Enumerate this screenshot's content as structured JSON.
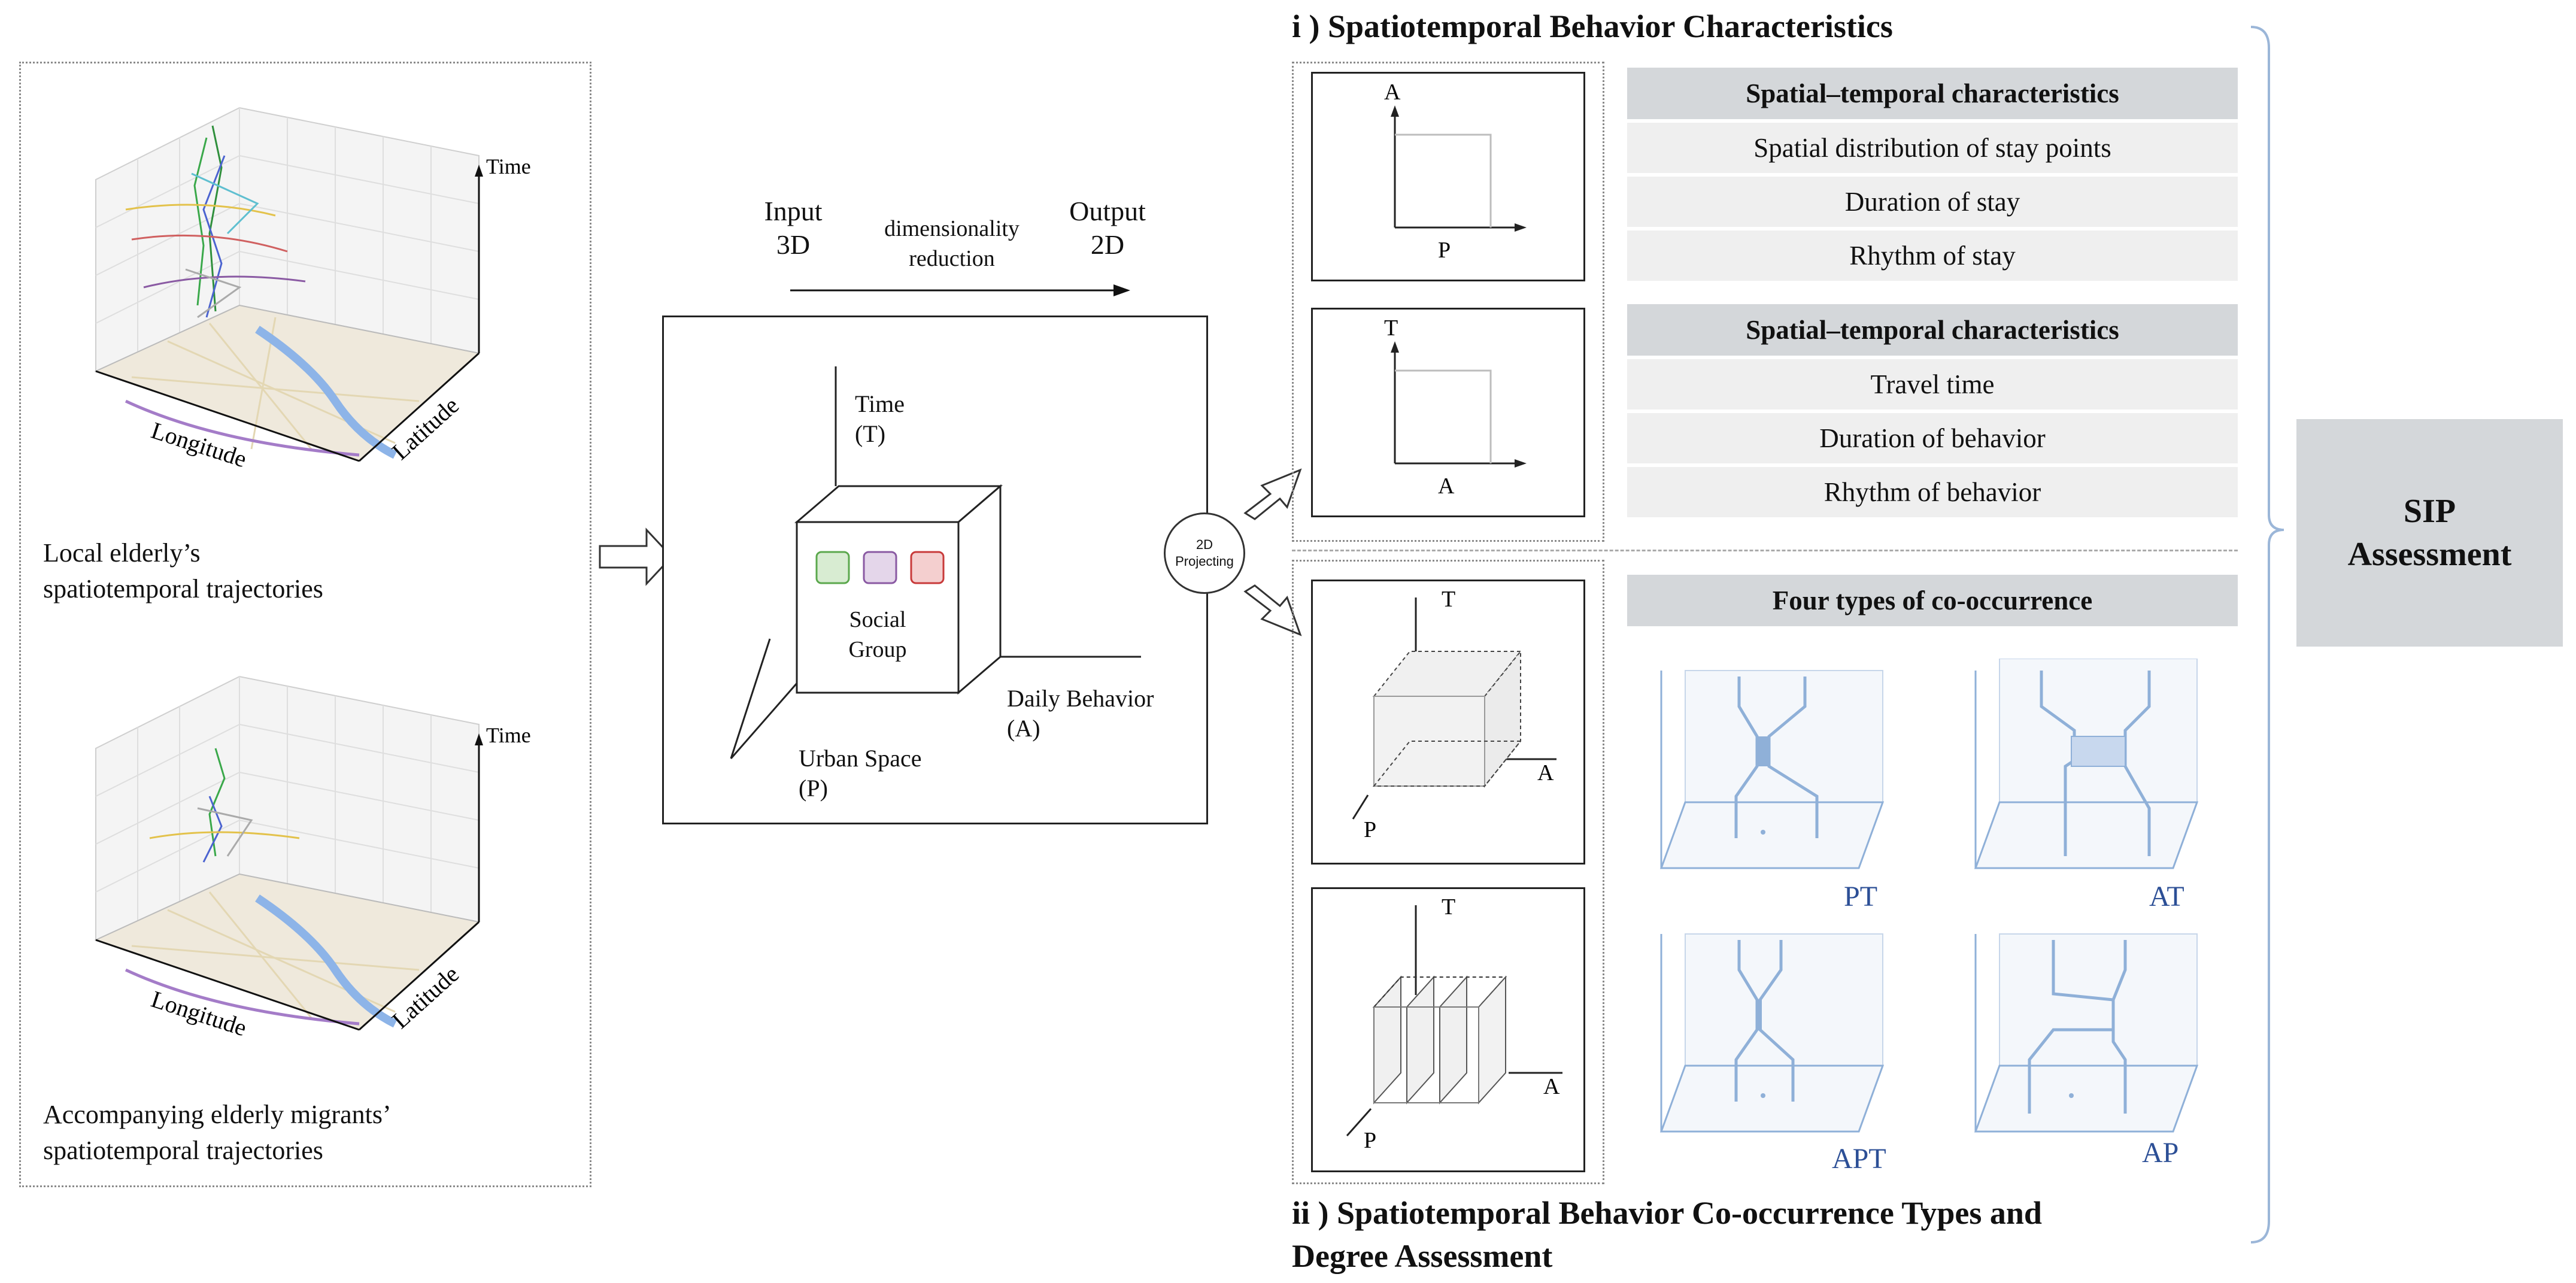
{
  "left_panel": {
    "plot_top": {
      "time_axis": "Time",
      "longitude_axis": "Longitude",
      "latitude_axis": "Latitude"
    },
    "caption_top": [
      "Local elderly’s",
      "spatiotemporal trajectories"
    ],
    "plot_bottom": {
      "time_axis": "Time",
      "longitude_axis": "Longitude",
      "latitude_axis": "Latitude"
    },
    "caption_bottom": [
      "Accompanying elderly migrants’",
      "spatiotemporal trajectories"
    ]
  },
  "middle": {
    "input_label": [
      "Input",
      "3D"
    ],
    "arrow_label": [
      "dimensionality",
      "reduction"
    ],
    "output_label": [
      "Output",
      "2D"
    ],
    "cube_title": [
      "Social",
      "Group"
    ],
    "time_axis": [
      "Time",
      "(T)"
    ],
    "space_axis": [
      "Urban Space",
      "(P)"
    ],
    "behavior_axis": [
      "Daily Behavior",
      "(A)"
    ],
    "projecting_badge": [
      "2D",
      "Projecting"
    ],
    "group_colors": [
      {
        "fill": "#d8ecd2",
        "stroke": "#5ba84d"
      },
      {
        "fill": "#e4d6ea",
        "stroke": "#8a5aa3"
      },
      {
        "fill": "#f4cfcf",
        "stroke": "#c83a3a"
      }
    ]
  },
  "section_i": {
    "title": "i ) Spatiotemporal Behavior Characteristics",
    "plot1": {
      "y_axis": "A",
      "x_axis": "P"
    },
    "plot2": {
      "y_axis": "T",
      "x_axis": "A"
    },
    "table1": {
      "header": "Spatial–temporal characteristics",
      "rows": [
        "Spatial distribution of stay points",
        "Duration of stay",
        "Rhythm of stay"
      ]
    },
    "table2": {
      "header": "Spatial–temporal characteristics",
      "rows": [
        "Travel time",
        "Duration of behavior",
        "Rhythm of behavior"
      ]
    }
  },
  "section_ii": {
    "title": [
      "ii ) Spatiotemporal Behavior Co-occurrence Types and",
      "Degree Assessment"
    ],
    "cube1": {
      "t": "T",
      "a": "A",
      "p": "P"
    },
    "cube2": {
      "t": "T",
      "a": "A",
      "p": "P"
    },
    "cooc_header": "Four types of co-occurrence",
    "types": [
      "PT",
      "AT",
      "APT",
      "AP"
    ]
  },
  "sip": {
    "label": [
      "SIP",
      "Assessment"
    ]
  },
  "colors": {
    "panel_gray": "#d4d7da",
    "row_gray": "#efefef",
    "cooc_blue": "#8fb0d8",
    "label_blue": "#2c4f96"
  }
}
